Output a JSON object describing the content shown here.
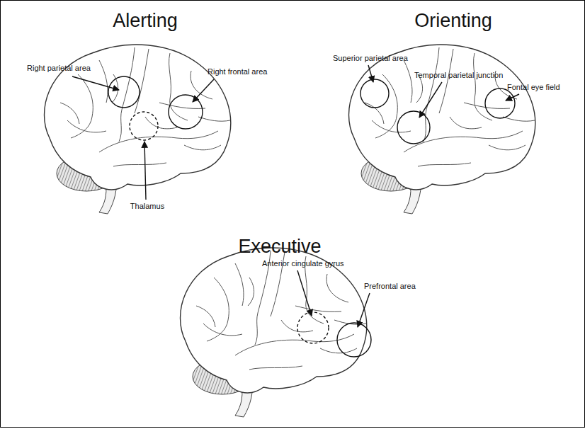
{
  "diagram": {
    "labels": [
      "Alerting",
      "Right parietal area",
      "Right frontal area",
      "Thalamus",
      "Orienting",
      "Superior parietal area",
      "Temporal parietal junction",
      "Fontal eye field",
      "Executive",
      "Anterior cingulate gyrus",
      "Prefrontal area"
    ]
  }
}
